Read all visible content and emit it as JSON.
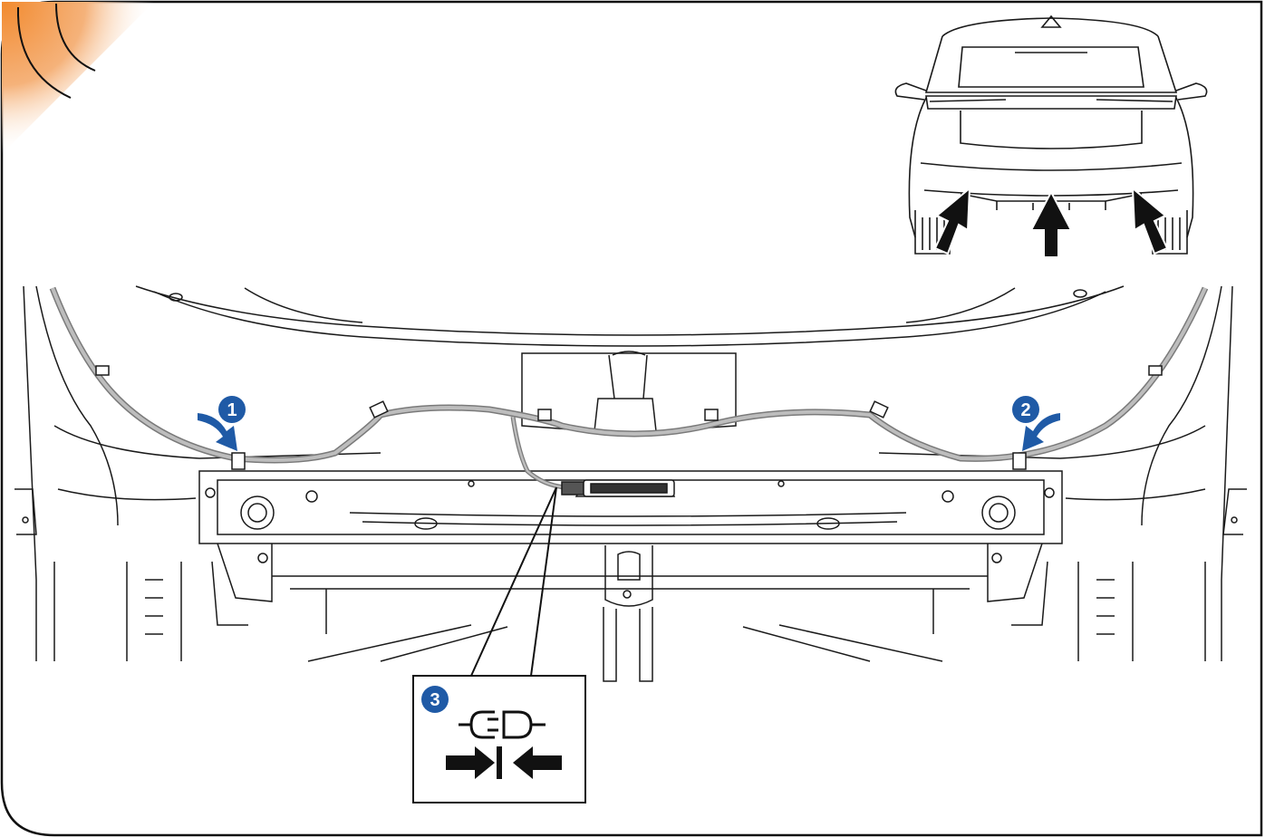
{
  "colors": {
    "line": "#1a1a1a",
    "harness": "#9a9a9a",
    "callout_blue": "#1f5aa6",
    "corner_orange": "#f28a2e",
    "arrow_black": "#111111"
  },
  "callouts": [
    {
      "number": "1",
      "meaning": "harness-fixing-clip-left"
    },
    {
      "number": "2",
      "meaning": "harness-fixing-clip-right"
    },
    {
      "number": "3",
      "meaning": "connector"
    }
  ],
  "icons": {
    "connector_symbol": "plug-connect-icon",
    "press_symbol": "press-together-arrows-icon",
    "inset_arrows": "pointing-up-arrow-icon"
  }
}
